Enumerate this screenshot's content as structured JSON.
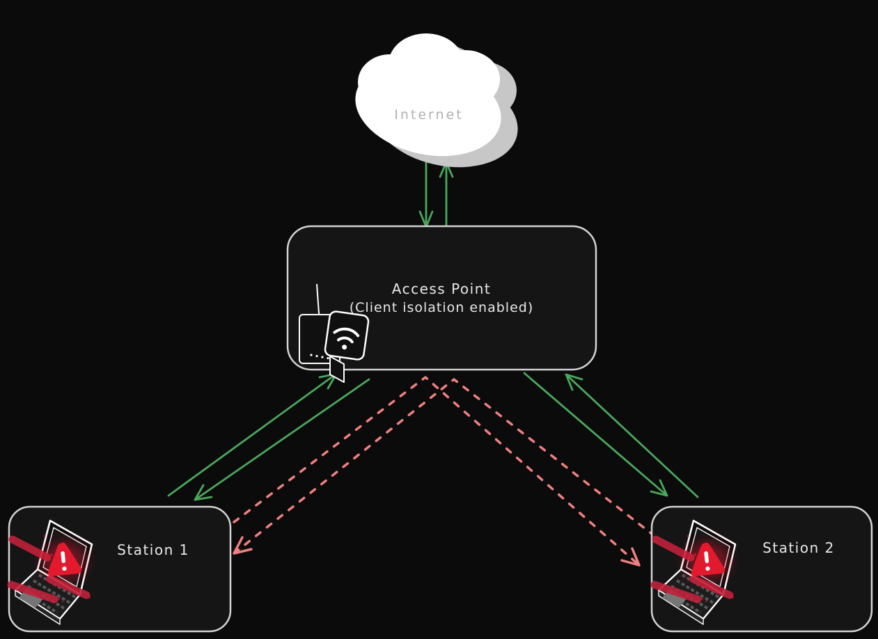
{
  "cloud": {
    "label": "Internet"
  },
  "access_point": {
    "title": "Access Point",
    "subtitle": "(Client isolation enabled)"
  },
  "stations": [
    {
      "label": "Station 1"
    },
    {
      "label": "Station 2"
    }
  ],
  "edges": [
    {
      "from": "Internet",
      "to": "Access Point",
      "style": "solid",
      "status": "allowed"
    },
    {
      "from": "Access Point",
      "to": "Internet",
      "style": "solid",
      "status": "allowed"
    },
    {
      "from": "Station 1",
      "to": "Access Point",
      "style": "solid",
      "status": "allowed"
    },
    {
      "from": "Access Point",
      "to": "Station 1",
      "style": "solid",
      "status": "allowed"
    },
    {
      "from": "Station 2",
      "to": "Access Point",
      "style": "solid",
      "status": "allowed"
    },
    {
      "from": "Access Point",
      "to": "Station 2",
      "style": "solid",
      "status": "allowed"
    },
    {
      "from": "Station 1",
      "to": "Station 2",
      "style": "dashed",
      "status": "blocked-client-isolation"
    },
    {
      "from": "Station 2",
      "to": "Station 1",
      "style": "dashed",
      "status": "blocked-client-isolation"
    }
  ],
  "colors": {
    "background": "#0b0b0b",
    "node_fill": "#151515",
    "node_border": "#d4d4d4",
    "allowed_flow": "#4aa85c",
    "blocked_flow": "#f08080",
    "cloud_face": "#ffffff",
    "cloud_shadow": "#c7c7c7",
    "cloud_label": "#b0b0b0",
    "label_text": "#e9e9e9",
    "device_line": "#ffffff",
    "warning_red": "#e3192e",
    "beam_red": "#c0223a",
    "key_gray": "#5f5f5f",
    "trackpad_gray": "#767676"
  }
}
